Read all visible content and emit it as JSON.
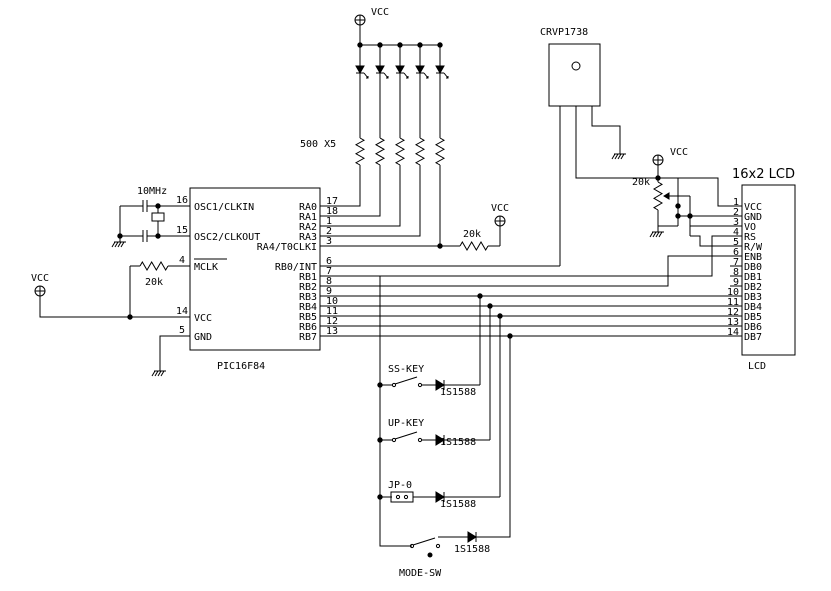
{
  "mcu": {
    "name": "PIC16F84",
    "left_pins": [
      {
        "num": "16",
        "label": "OSC1/CLKIN"
      },
      {
        "num": "15",
        "label": "OSC2/CLKOUT"
      },
      {
        "num": "4",
        "label": "MCLK"
      },
      {
        "num": "14",
        "label": "VCC"
      },
      {
        "num": "5",
        "label": "GND"
      }
    ],
    "right_pins": [
      {
        "num": "17",
        "label": "RA0"
      },
      {
        "num": "18",
        "label": "RA1"
      },
      {
        "num": "1",
        "label": "RA2"
      },
      {
        "num": "2",
        "label": "RA3"
      },
      {
        "num": "3",
        "label": "RA4/T0CLKI"
      },
      {
        "num": "6",
        "label": "RB0/INT"
      },
      {
        "num": "7",
        "label": "RB1"
      },
      {
        "num": "8",
        "label": "RB2"
      },
      {
        "num": "9",
        "label": "RB3"
      },
      {
        "num": "10",
        "label": "RB4"
      },
      {
        "num": "11",
        "label": "RB5"
      },
      {
        "num": "12",
        "label": "RB6"
      },
      {
        "num": "13",
        "label": "RB7"
      }
    ]
  },
  "lcd": {
    "title": "16x2 LCD",
    "caption": "LCD",
    "pins": [
      {
        "num": "1",
        "label": "VCC"
      },
      {
        "num": "2",
        "label": "GND"
      },
      {
        "num": "3",
        "label": "VO"
      },
      {
        "num": "4",
        "label": "RS"
      },
      {
        "num": "5",
        "label": "R/W"
      },
      {
        "num": "6",
        "label": "ENB"
      },
      {
        "num": "7",
        "label": "DB0"
      },
      {
        "num": "8",
        "label": "DB1"
      },
      {
        "num": "9",
        "label": "DB2"
      },
      {
        "num": "10",
        "label": "DB3"
      },
      {
        "num": "11",
        "label": "DB4"
      },
      {
        "num": "12",
        "label": "DB5"
      },
      {
        "num": "13",
        "label": "DB6"
      },
      {
        "num": "14",
        "label": "DB7"
      }
    ]
  },
  "labels": {
    "vcc": "VCC",
    "crystal": "10MHz",
    "leds_resistors": "500 X5",
    "pullup_20k": "20k",
    "sensor": "CRVP1738",
    "ss_key": "SS-KEY",
    "up_key": "UP-KEY",
    "jp0": "JP-0",
    "mode_sw": "MODE-SW",
    "diode": "1S1588"
  }
}
